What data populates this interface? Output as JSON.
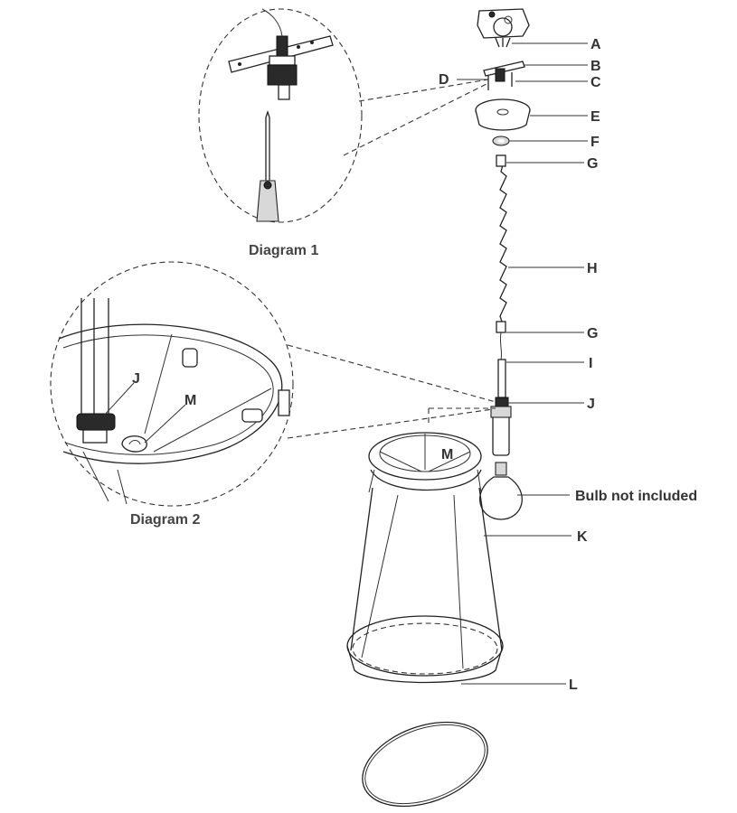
{
  "labels": {
    "A": "A",
    "B": "B",
    "C": "C",
    "D": "D",
    "E": "E",
    "F": "F",
    "G1": "G",
    "H": "H",
    "G2": "G",
    "I": "I",
    "J": "J",
    "K": "K",
    "L": "L",
    "M": "M",
    "bulb": "Bulb not included"
  },
  "diagram1": {
    "caption": "Diagram 1"
  },
  "diagram2": {
    "caption": "Diagram 2",
    "label_j": "J",
    "label_m": "M"
  }
}
